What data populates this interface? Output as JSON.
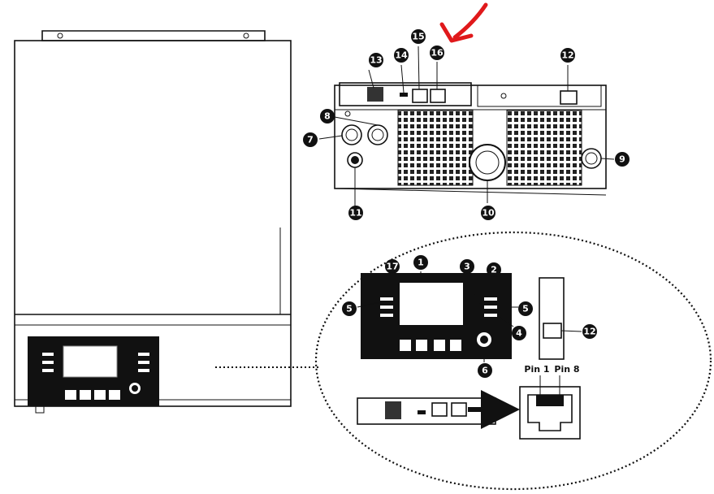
{
  "figure": {
    "callouts": [
      {
        "id": "c1",
        "label": "1"
      },
      {
        "id": "c2",
        "label": "2"
      },
      {
        "id": "c3",
        "label": "3"
      },
      {
        "id": "c4",
        "label": "4"
      },
      {
        "id": "c5a",
        "label": "5"
      },
      {
        "id": "c5b",
        "label": "5"
      },
      {
        "id": "c6",
        "label": "6"
      },
      {
        "id": "c7",
        "label": "7"
      },
      {
        "id": "c8",
        "label": "8"
      },
      {
        "id": "c9",
        "label": "9"
      },
      {
        "id": "c10",
        "label": "10"
      },
      {
        "id": "c11",
        "label": "11"
      },
      {
        "id": "c12a",
        "label": "12"
      },
      {
        "id": "c12b",
        "label": "12"
      },
      {
        "id": "c13",
        "label": "13"
      },
      {
        "id": "c14",
        "label": "14"
      },
      {
        "id": "c15",
        "label": "15"
      },
      {
        "id": "c16",
        "label": "16"
      },
      {
        "id": "c17",
        "label": "17"
      }
    ],
    "pin_labels": {
      "left": "Pin 1",
      "right": "Pin 8"
    },
    "annotation_color": "#e0191b",
    "line_color": "#111111"
  }
}
